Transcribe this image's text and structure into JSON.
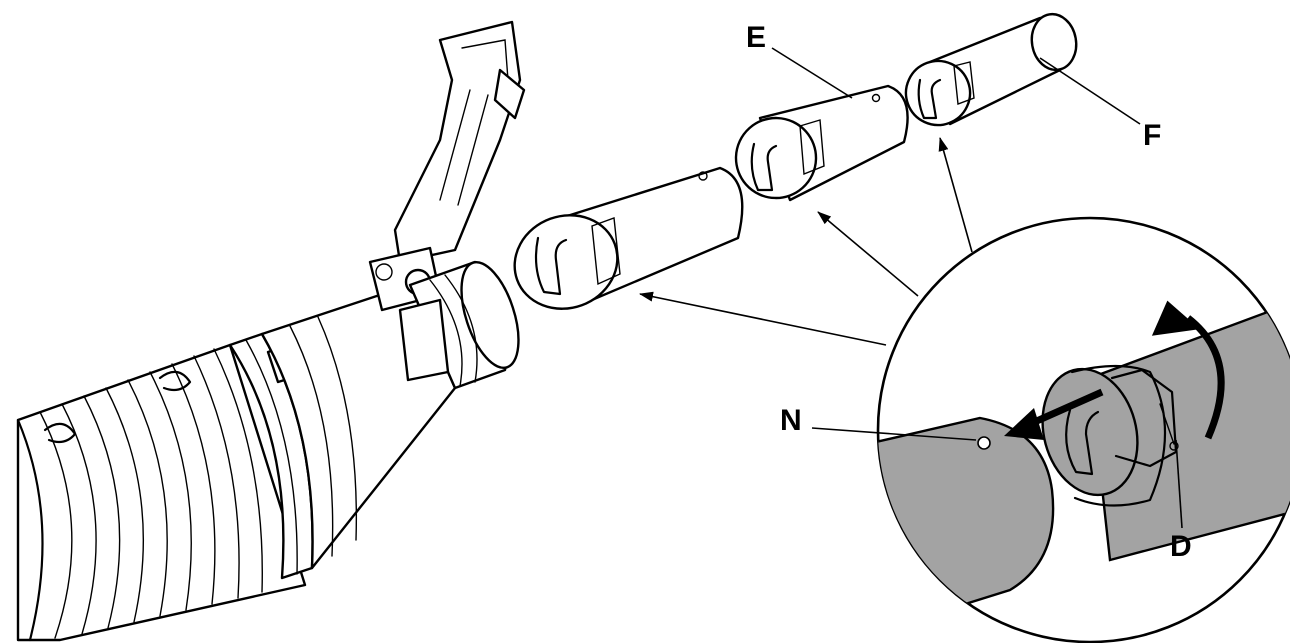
{
  "labels": {
    "E": "E",
    "F": "F",
    "N": "N",
    "D": "D"
  },
  "colors": {
    "line": "#000000",
    "background": "#ffffff",
    "detail_fill": "#a3a3a3"
  }
}
